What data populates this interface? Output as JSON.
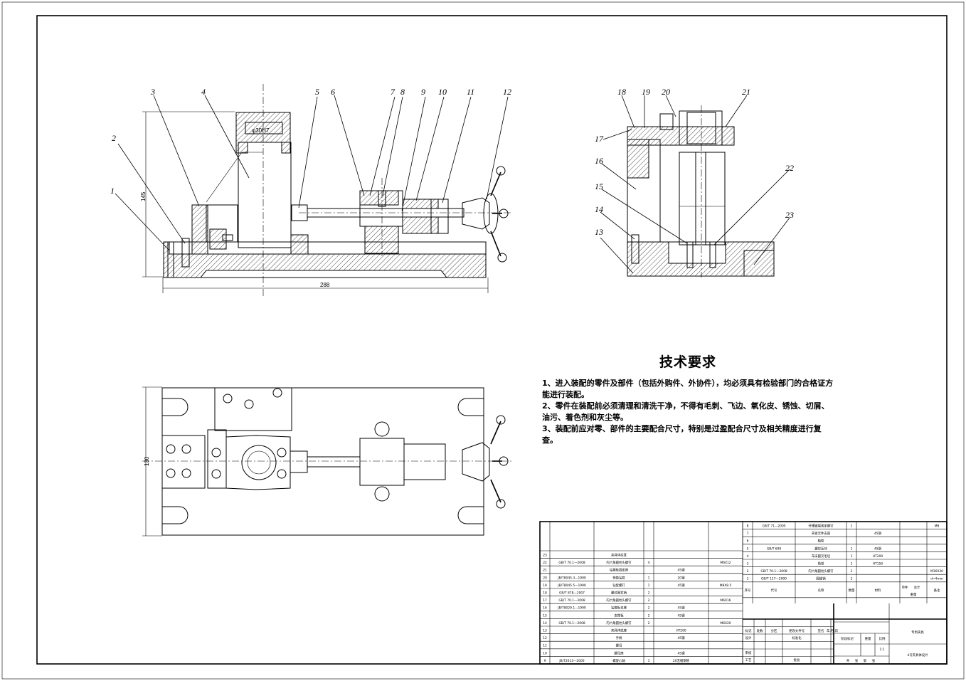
{
  "part_labels": [
    "1",
    "2",
    "3",
    "4",
    "5",
    "6",
    "7",
    "8",
    "9",
    "10",
    "11",
    "12",
    "13",
    "14",
    "15",
    "16",
    "17",
    "18",
    "19",
    "20",
    "21",
    "22",
    "23"
  ],
  "dimensions": {
    "height_front": "145",
    "length_front": "288",
    "width_top": "130",
    "bore": "φ30H7"
  },
  "tech_requirements": {
    "title": "技术要求",
    "items": [
      "1、进入装配的零件及部件（包括外购件、外协件），均必须具有检验部门的合格证方能进行装配。",
      "2、零件在装配前必须清理和清洗干净，不得有毛刺、飞边、氧化皮、锈蚀、切屑、油污、着色剂和灰尘等。",
      "3、装配前应对零、部件的主要配合尺寸，特别是过盈配合尺寸及相关精度进行复查。"
    ]
  },
  "bom_left": [
    {
      "no": "23",
      "code": "",
      "name": "夹具体底耳",
      "qty": "",
      "material": "",
      "note": ""
    },
    {
      "no": "22",
      "code": "GB/T 70.1—2008",
      "name": "内六角圆柱头螺钉",
      "qty": "4",
      "material": "",
      "note": "M6X12"
    },
    {
      "no": "21",
      "code": "",
      "name": "钻模板固定座",
      "qty": "",
      "material": "45钢",
      "note": ""
    },
    {
      "no": "20",
      "code": "JB/T8045.3—1999",
      "name": "快换钻套",
      "qty": "1",
      "material": "20钢",
      "note": ""
    },
    {
      "no": "19",
      "code": "JB/T8045.5—1999",
      "name": "钻套螺钉",
      "qty": "1",
      "material": "45钢",
      "note": "M8X8.5"
    },
    {
      "no": "18",
      "code": "GB/T 878—2007",
      "name": "螺纹圆柱销",
      "qty": "2",
      "material": "",
      "note": ""
    },
    {
      "no": "17",
      "code": "GB/T 70.1—2008",
      "name": "内六角圆柱头螺钉",
      "qty": "2",
      "material": "",
      "note": "M6X16"
    },
    {
      "no": "16",
      "code": "JB/T8029.1—1999",
      "name": "钻模板支座",
      "qty": "2",
      "material": "45钢",
      "note": ""
    },
    {
      "no": "15",
      "code": "",
      "name": "支撑板",
      "qty": "2",
      "material": "45钢",
      "note": ""
    },
    {
      "no": "14",
      "code": "GB/T 70.1—2008",
      "name": "内六角圆柱头螺钉",
      "qty": "2",
      "material": "",
      "note": "M6X20"
    },
    {
      "no": "13",
      "code": "",
      "name": "夹具体底座",
      "qty": "",
      "material": "HT200",
      "note": ""
    },
    {
      "no": "12",
      "code": "",
      "name": "手柄",
      "qty": "",
      "material": "45钢",
      "note": ""
    },
    {
      "no": "11",
      "code": "",
      "name": "螺母",
      "qty": "",
      "material": "",
      "note": ""
    },
    {
      "no": "10",
      "code": "",
      "name": "螺母座",
      "qty": "",
      "material": "45钢",
      "note": ""
    },
    {
      "no": "9",
      "code": "JB/T2013—2000",
      "name": "螺旋心轴",
      "qty": "1",
      "material": "20无缝钢管",
      "note": ""
    }
  ],
  "bom_right": [
    {
      "no": "8",
      "code": "GB/T 71—2005",
      "name": "开槽锥端紧定螺钉",
      "qty": "1",
      "material": "",
      "note": "M8"
    },
    {
      "no": "7",
      "code": "",
      "name": "夹紧元件支座",
      "qty": "",
      "material": "45钢",
      "note": ""
    },
    {
      "no": "6",
      "code": "",
      "name": "轴套",
      "qty": "",
      "material": "",
      "note": ""
    },
    {
      "no": "5",
      "code": "GB/T 699",
      "name": "螺纹压块",
      "qty": "1",
      "material": "45钢",
      "note": ""
    },
    {
      "no": "4",
      "code": "",
      "name": "车床圆叉毛坯",
      "qty": "1",
      "material": "HT200",
      "note": ""
    },
    {
      "no": "3",
      "code": "",
      "name": "角铁",
      "qty": "1",
      "material": "HT150",
      "note": ""
    },
    {
      "no": "2",
      "code": "GB/T 70.1—2008",
      "name": "内六角圆柱头螺钉",
      "qty": "2",
      "material": "",
      "note": "M16X30"
    },
    {
      "no": "1",
      "code": "GB/T 117—2000",
      "name": "圆锥销",
      "qty": "2",
      "material": "",
      "note": "d=4mm"
    }
  ],
  "bom_header": {
    "no": "序号",
    "code": "代号",
    "name": "名称",
    "qty": "数量",
    "material": "材料",
    "single": "单件",
    "total": "总计",
    "weight": "重量",
    "note": "备注"
  },
  "title_block": {
    "marks": [
      "标记",
      "处数",
      "分区",
      "更改文件号",
      "签名",
      "年.月.日"
    ],
    "roles": [
      "设计",
      "标准化",
      "审核",
      "工艺",
      "批准"
    ],
    "stage_row": [
      "阶段标记",
      "重量",
      "比例"
    ],
    "scale": "1:1",
    "sheet": [
      "共",
      "张",
      "第",
      "张"
    ],
    "company": "专用夹具",
    "drawing_name": "4号夹具体设计"
  }
}
